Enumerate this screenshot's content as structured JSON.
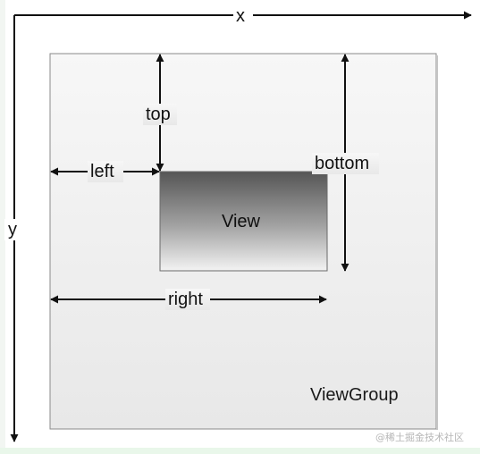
{
  "axes": {
    "x_label": "x",
    "y_label": "y"
  },
  "labels": {
    "top": "top",
    "left": "left",
    "bottom": "bottom",
    "right": "right",
    "view": "View",
    "view_group": "ViewGroup"
  },
  "watermark": {
    "text": "@稀土掘金技术社区"
  },
  "colors": {
    "line": "#111111",
    "view_gradient_top": "#5a5a5a",
    "view_gradient_bottom": "#f2f2f2",
    "view_group_fill_top": "#f6f6f6",
    "view_group_fill_bottom": "#e9e9e9"
  }
}
